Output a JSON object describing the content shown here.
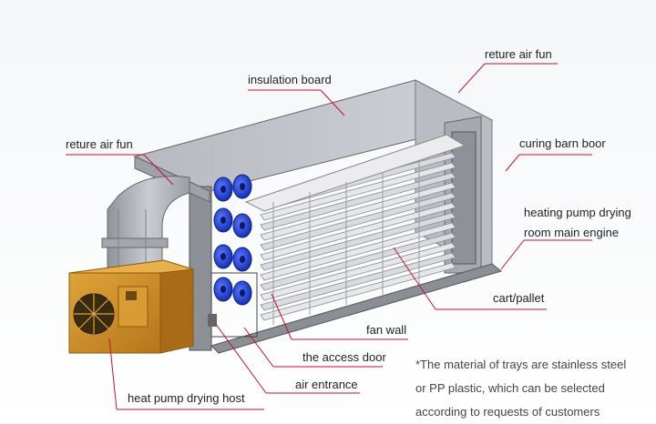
{
  "labels": {
    "reture_air_fun_top": "reture air fun",
    "insulation_board": "insulation board",
    "reture_air_fun_left": "reture air fun",
    "curing_barn_boor": "curing barn boor",
    "heating_pump_line1": "heating pump drying",
    "heating_pump_line2": "room main engine",
    "cart_pallet": "cart/pallet",
    "fan_wall": "fan wall",
    "access_door": "the access door",
    "air_entrance": "air entrance",
    "heat_pump_host": "heat pump drying host"
  },
  "note": {
    "line1": "*The material of trays are stainless steel",
    "line2": "or PP plastic, which can be selected",
    "line3": "according to requests of customers"
  },
  "colors": {
    "leader": "#c8102e",
    "box_front": "#a9acb3",
    "box_top": "#c4c7cd",
    "fan_blue": "#1f3fd0",
    "heater_orange": "#c98a1c"
  }
}
